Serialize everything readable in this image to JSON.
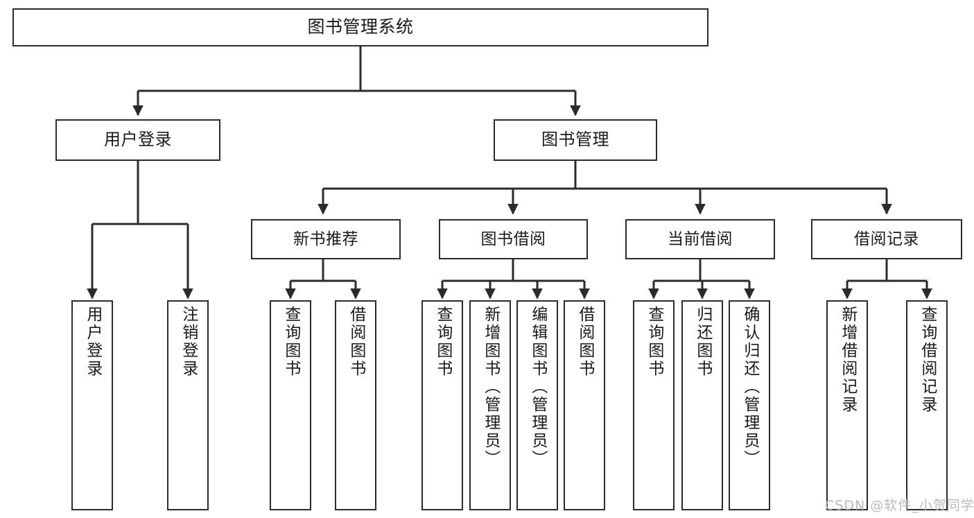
{
  "diagram": {
    "title": "图书管理系统",
    "type": "tree",
    "watermark": "CSDN @软件_小贺同学",
    "colors": {
      "box_border": "#2b2b2b",
      "box_fill": "#ffffff",
      "connector": "#2b2b2b",
      "text": "#1a1a1a",
      "watermark": "#b9b9b9"
    },
    "root": {
      "label": "图书管理系统"
    },
    "level2": [
      {
        "label": "用户登录"
      },
      {
        "label": "图书管理"
      }
    ],
    "level3": [
      {
        "label": "新书推荐"
      },
      {
        "label": "图书借阅"
      },
      {
        "label": "当前借阅"
      },
      {
        "label": "借阅记录"
      }
    ],
    "leaves": {
      "user_login": [
        {
          "label": "用户登录"
        },
        {
          "label": "注销登录"
        }
      ],
      "new_book_recommend": [
        {
          "label": "查询图书"
        },
        {
          "label": "借阅图书"
        }
      ],
      "book_borrow": [
        {
          "label": "查询图书"
        },
        {
          "label": "新增图书（管理员）"
        },
        {
          "label": "编辑图书（管理员）"
        },
        {
          "label": "借阅图书"
        }
      ],
      "current_borrow": [
        {
          "label": "查询图书"
        },
        {
          "label": "归还图书"
        },
        {
          "label": "确认归还（管理员）"
        }
      ],
      "borrow_record": [
        {
          "label": "新增借阅记录"
        },
        {
          "label": "查询借阅记录"
        }
      ]
    }
  }
}
